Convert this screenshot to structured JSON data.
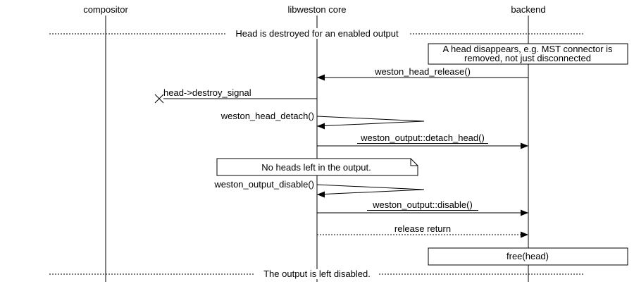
{
  "diagram": {
    "kind": "sequence-diagram",
    "colors": {
      "background": "#ffffff",
      "line": "#000000",
      "text": "#000000"
    },
    "participants": {
      "compositor": {
        "label": "compositor"
      },
      "libweston": {
        "label": "libweston core"
      },
      "backend": {
        "label": "backend"
      }
    },
    "dividers": {
      "top": {
        "label": "Head is destroyed for an enabled output"
      },
      "bottom": {
        "label": "The output is left disabled."
      }
    },
    "notes": {
      "head_disappears": {
        "line1": "A head disappears, e.g. MST connector is",
        "line2": "removed, not just disconnected"
      },
      "no_heads_left": {
        "label": "No heads left in the output."
      }
    },
    "messages": {
      "head_release": {
        "label": "weston_head_release()",
        "from": "backend",
        "to": "libweston core",
        "style": "call"
      },
      "destroy_signal": {
        "label": "head->destroy_signal",
        "from": "libweston core",
        "to": "lost",
        "style": "lost-message"
      },
      "head_detach": {
        "label": "weston_head_detach()",
        "from": "libweston core",
        "to": "libweston core",
        "style": "self-call"
      },
      "detach_head": {
        "label": "weston_output::detach_head()",
        "from": "libweston core",
        "to": "backend",
        "style": "call"
      },
      "output_disable": {
        "label": "weston_output_disable()",
        "from": "libweston core",
        "to": "libweston core",
        "style": "self-call"
      },
      "disable": {
        "label": "weston_output::disable()",
        "from": "libweston core",
        "to": "backend",
        "style": "call"
      },
      "release_return": {
        "label": "release return",
        "from": "libweston core",
        "to": "backend",
        "style": "return-dashed"
      }
    },
    "boxes": {
      "free_head": {
        "label": "free(head)"
      }
    }
  }
}
